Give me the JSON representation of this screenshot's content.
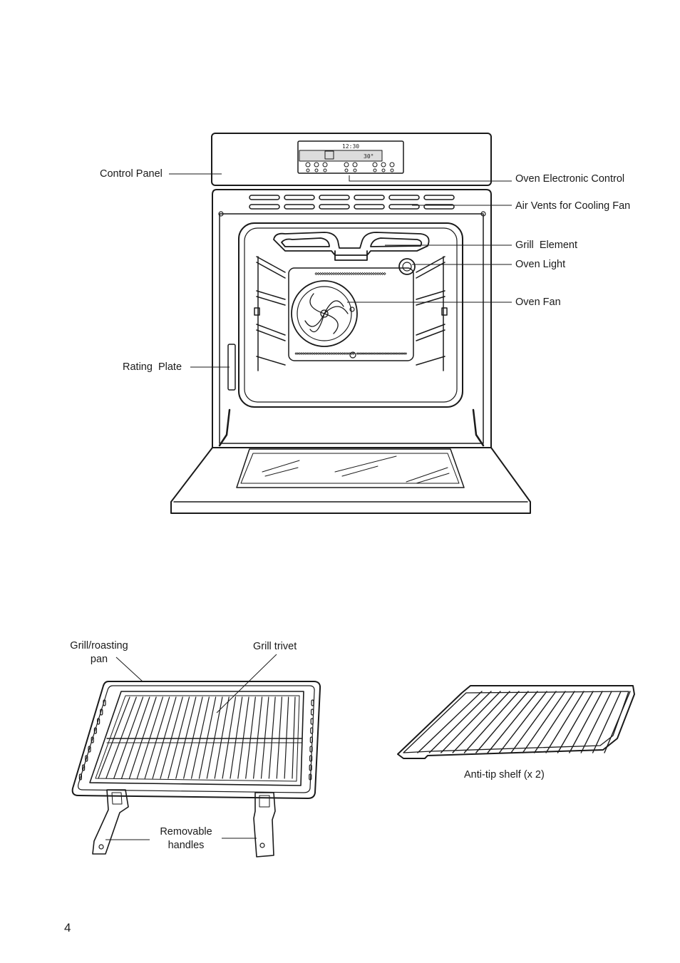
{
  "page_number": "4",
  "oven_labels": {
    "control_panel": "Control Panel",
    "oven_electronic_control": "Oven Electronic Control",
    "air_vents": "Air Vents for Cooling Fan",
    "grill_element": "Grill  Element",
    "oven_light": "Oven Light",
    "oven_fan": "Oven Fan",
    "rating_plate": "Rating  Plate"
  },
  "display": {
    "time": "12:30",
    "temperature": "30°"
  },
  "accessory_labels": {
    "grill_pan_line1": "Grill/roasting",
    "grill_pan_line2": "pan",
    "grill_trivet": "Grill trivet",
    "handles_line1": "Removable",
    "handles_line2": "handles",
    "anti_tip_shelf": "Anti-tip shelf (x 2)"
  }
}
